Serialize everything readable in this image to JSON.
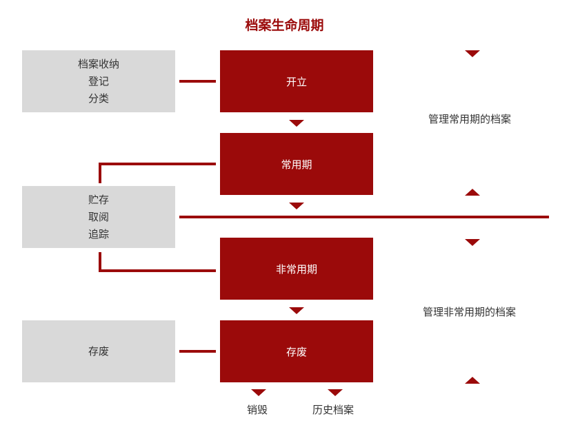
{
  "title": "档案生命周期",
  "left_boxes": {
    "registration": [
      "档案收纳",
      "登记",
      "分类"
    ],
    "storage": [
      "贮存",
      "取阅",
      "追踪"
    ],
    "disposal": "存废"
  },
  "stages": [
    "开立",
    "常用期",
    "非常用期",
    "存废"
  ],
  "right_labels": {
    "active": "管理常用期的档案",
    "inactive": "管理非常用期的档案"
  },
  "outcomes": [
    "销毁",
    "历史档案"
  ],
  "colors": {
    "accent": "#9b0a0a",
    "gray_box": "#d9d9d9"
  }
}
